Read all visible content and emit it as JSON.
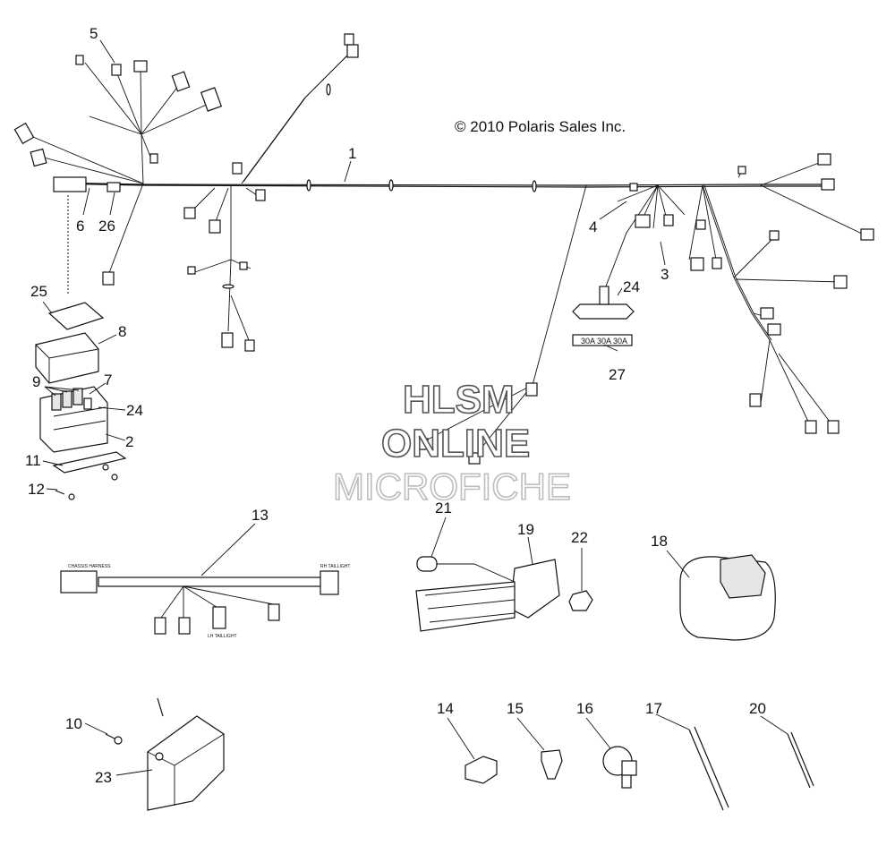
{
  "copyright": "© 2010 Polaris Sales Inc.",
  "watermark": {
    "line1": "HLSM",
    "line2": "ONLINE",
    "line3": "MICROFICHE"
  },
  "callouts": {
    "c1": "1",
    "c2": "2",
    "c3": "3",
    "c4": "4",
    "c5": "5",
    "c6": "6",
    "c7": "7",
    "c8": "8",
    "c9": "9",
    "c10": "10",
    "c11": "11",
    "c12": "12",
    "c13": "13",
    "c14": "14",
    "c15": "15",
    "c16": "16",
    "c17": "17",
    "c18": "18",
    "c19": "19",
    "c20": "20",
    "c21": "21",
    "c22": "22",
    "c23": "23",
    "c24a": "24",
    "c24b": "24",
    "c25": "25",
    "c26": "26",
    "c27": "27"
  },
  "fuse_label": "30A  30A  30A",
  "harness13": {
    "left_tag": "CHASSIS HARNESS",
    "right_tag": "RH TAILLIGHT",
    "mid_tag": "LH TAILLIGHT"
  },
  "colors": {
    "line": "#111111",
    "watermark_outline": "#555555",
    "watermark_light": "#bdbdbd"
  }
}
